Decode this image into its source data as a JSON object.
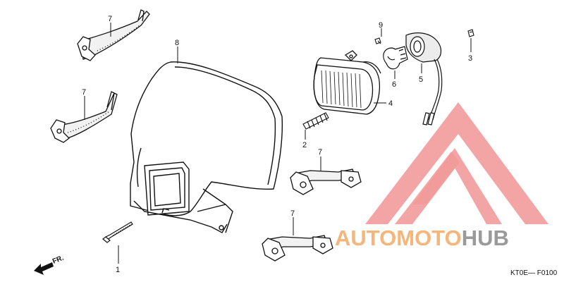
{
  "callouts": {
    "c1": "1",
    "c2": "2",
    "c3": "3",
    "c4": "4",
    "c5": "5",
    "c6": "6",
    "c7a": "7",
    "c7b": "7",
    "c7c": "7",
    "c7d": "7",
    "c8": "8",
    "c9": "9"
  },
  "front_indicator": "FR.",
  "diagram_code": "KT0E— F0100",
  "watermark": {
    "part1": "AUTO",
    "part2": "MOTO",
    "part3": "HUB",
    "color_primary": "#f6b57a",
    "color_secondary": "#9a9a9a",
    "triangle_color": "#f08a8a"
  },
  "parts": {
    "p1": "bolt",
    "p2": "spring",
    "p3": "clip",
    "p4": "headlight",
    "p5": "socket",
    "p6": "bulb",
    "p7": "rubber-strap",
    "p8": "headlight-cover",
    "p9": "screw"
  }
}
